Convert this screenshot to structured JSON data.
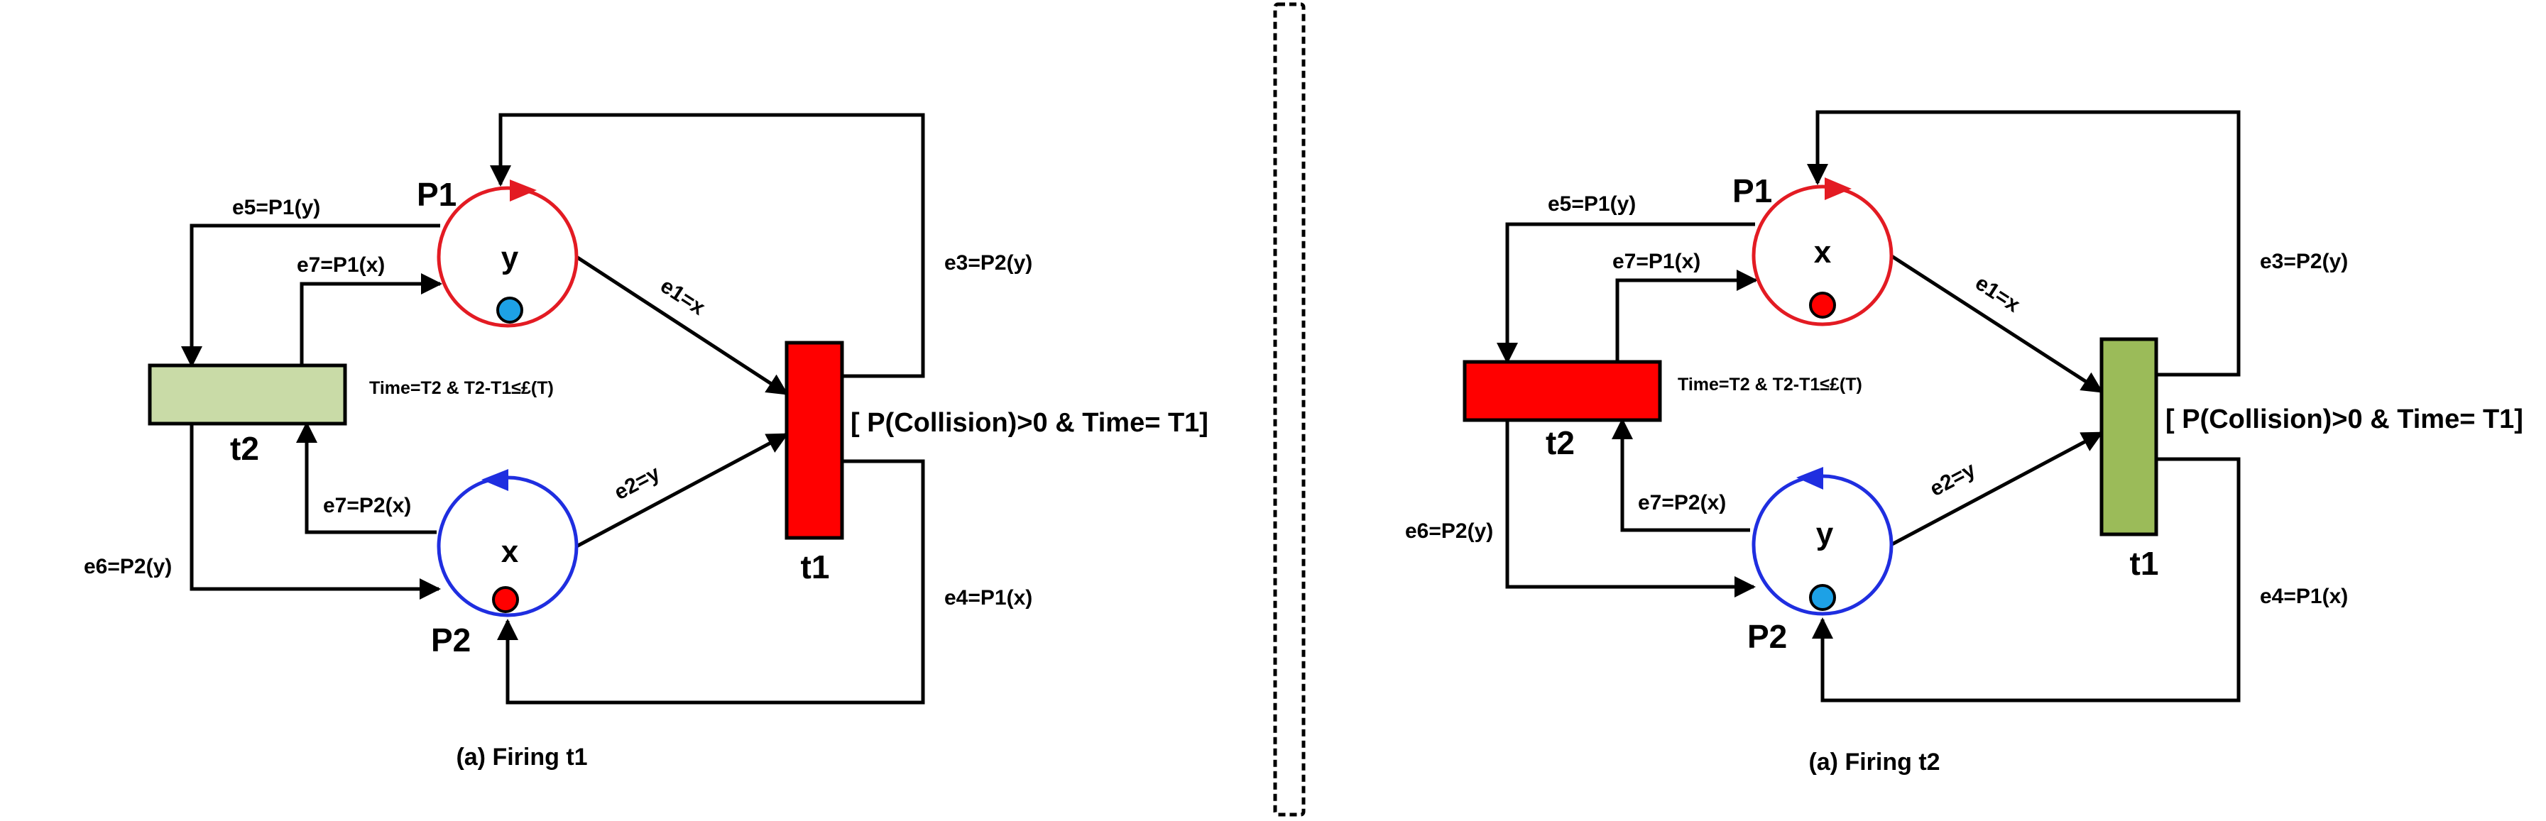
{
  "colors": {
    "p1_ring": "#e31b23",
    "p2_ring": "#1f2ee0",
    "red_fill": "#ff0000",
    "green_fill": "#9bbb59",
    "pale_green_fill": "#c9dba7",
    "blue_token": "#1da1e6",
    "red_token": "#ff0000"
  },
  "panels": [
    {
      "caption": "(a) Firing t1",
      "p1": {
        "name": "P1",
        "var": "y",
        "token_color": "blue"
      },
      "p2": {
        "name": "P2",
        "var": "x",
        "token_color": "red"
      },
      "t1": {
        "name": "t1",
        "fill": "red"
      },
      "t2": {
        "name": "t2",
        "fill": "pale-green"
      },
      "edges": {
        "e1": "e1=x",
        "e2": "e2=y",
        "e3": "e3=P2(y)",
        "e4": "e4=P1(x)",
        "e5": "e5=P1(y)",
        "e6": "e6=P2(y)",
        "e7_top": "e7=P1(x)",
        "e7_bottom": "e7=P2(x)"
      },
      "guard_t1": "[ P(Collision)>0 & Time= T1]",
      "guard_t2": "Time=T2 & T2-T1≤£(T)"
    },
    {
      "caption": "(a) Firing t2",
      "p1": {
        "name": "P1",
        "var": "x",
        "token_color": "red"
      },
      "p2": {
        "name": "P2",
        "var": "y",
        "token_color": "blue"
      },
      "t1": {
        "name": "t1",
        "fill": "green"
      },
      "t2": {
        "name": "t2",
        "fill": "red"
      },
      "edges": {
        "e1": "e1=x",
        "e2": "e2=y",
        "e3": "e3=P2(y)",
        "e4": "e4=P1(x)",
        "e5": "e5=P1(y)",
        "e6": "e6=P2(y)",
        "e7_top": "e7=P1(x)",
        "e7_bottom": "e7=P2(x)"
      },
      "guard_t1": "[ P(Collision)>0 & Time= T1]",
      "guard_t2": "Time=T2 & T2-T1≤£(T)"
    }
  ]
}
